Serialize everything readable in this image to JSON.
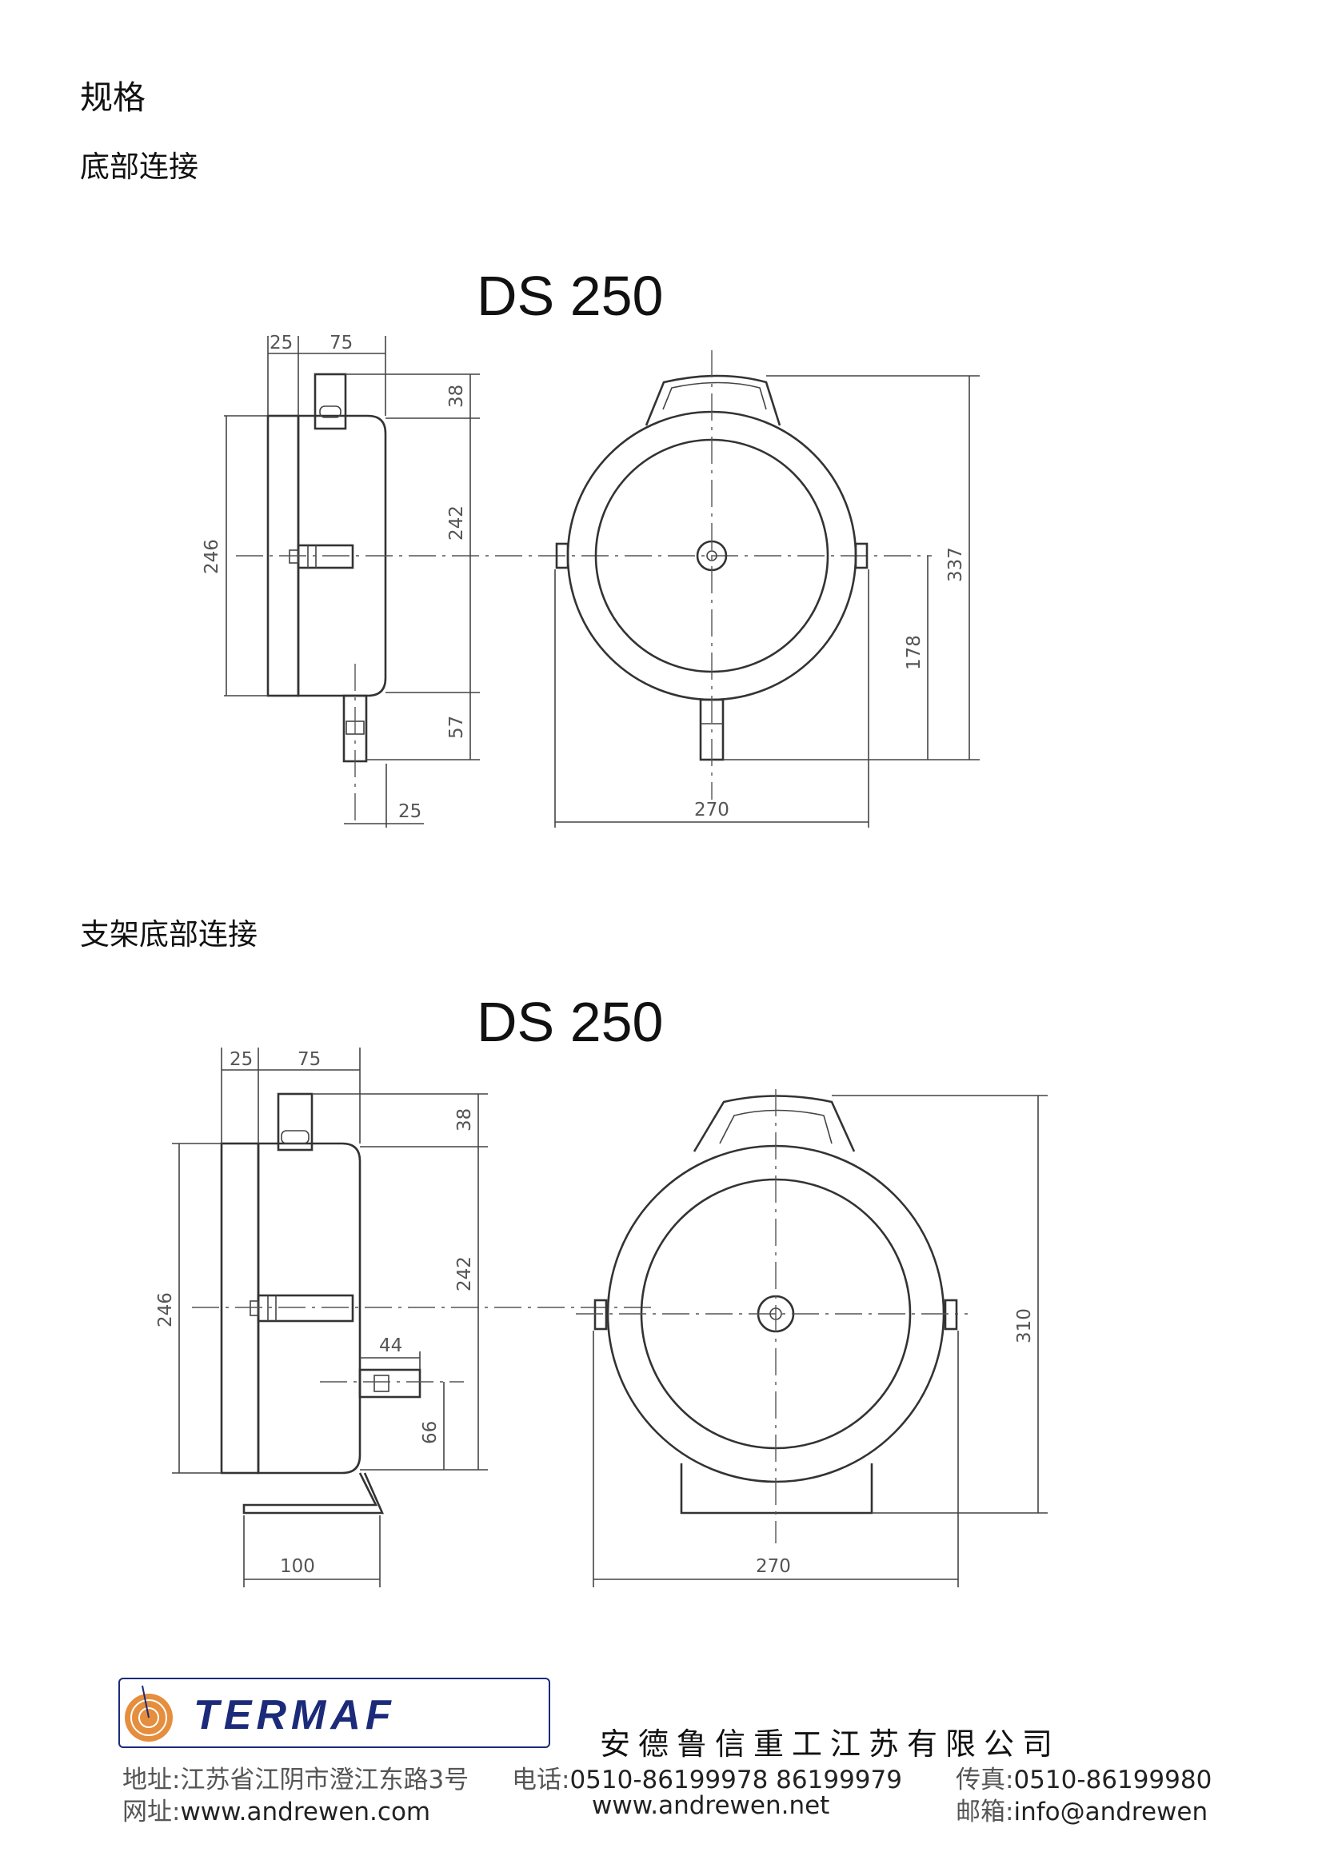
{
  "heading": "规格",
  "section1": {
    "title": "底部连接",
    "drawing_title": "DS 250"
  },
  "section2": {
    "title": "支架底部连接",
    "drawing_title": "DS 250"
  },
  "dims1": {
    "d25a": "25",
    "d75": "75",
    "d38": "38",
    "d242": "242",
    "d246": "246",
    "d57": "57",
    "d25b": "25",
    "d270": "270",
    "d178": "178",
    "d337": "337"
  },
  "dims2": {
    "d25": "25",
    "d75": "75",
    "d38": "38",
    "d242": "242",
    "d246": "246",
    "d44": "44",
    "d66": "66",
    "d100": "100",
    "d270": "270",
    "d310": "310"
  },
  "footer": {
    "logo_text": "TERMAF",
    "company": "安德鲁信重工江苏有限公司",
    "address_label": "地址:",
    "address": "江苏省江阴市澄江东路3号",
    "phone_label": "电话:",
    "phone": "0510-86199978  86199979",
    "fax_label": "传真:",
    "fax": "0510-86199980",
    "web_label": "网址:",
    "web1": "www.andrewen.com",
    "web2": "www.andrewen.net",
    "email_label": "邮箱:",
    "email": "info@andrewen"
  },
  "colors": {
    "logo_blue": "#1c2a7a",
    "logo_orange": "#e07a1c"
  }
}
